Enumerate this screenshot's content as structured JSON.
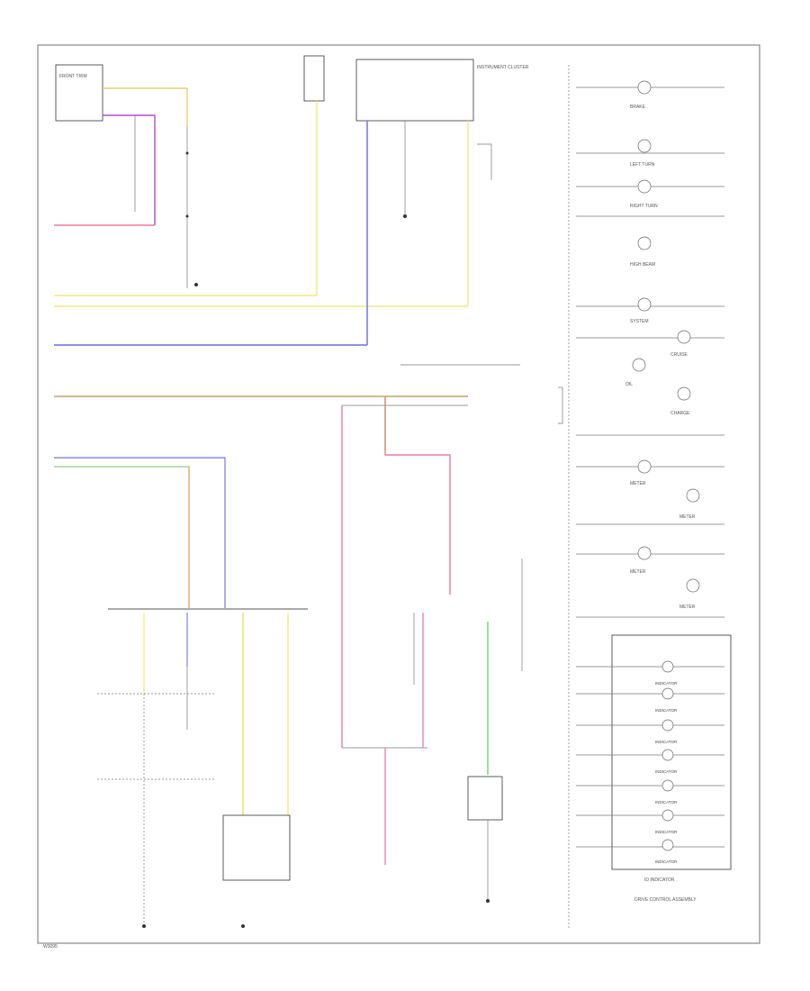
{
  "diagram": {
    "footer_code": "W3095",
    "blocks": {
      "top_left_box": "FRONT TRIM",
      "instrument_box": "INSTRUMENT CLUSTER",
      "indicator_box": "ID INDICATOR"
    },
    "lamps": [
      {
        "label": "BRAKE"
      },
      {
        "label": "LEFT TURN"
      },
      {
        "label": "RIGHT TURN"
      },
      {
        "label": "HIGH BEAM"
      },
      {
        "label": "SYSTEM"
      },
      {
        "label": "CRUISE"
      },
      {
        "label": "OIL"
      },
      {
        "label": "CHARGE"
      },
      {
        "label": "METER"
      },
      {
        "label": "METER"
      },
      {
        "label": "METER"
      },
      {
        "label": "METER"
      }
    ],
    "indicators": [
      {
        "label": "INDICATOR"
      },
      {
        "label": "INDICATOR"
      },
      {
        "label": "INDICATOR"
      },
      {
        "label": "INDICATOR"
      },
      {
        "label": "INDICATOR"
      },
      {
        "label": "INDICATOR"
      },
      {
        "label": "INDICATOR"
      }
    ],
    "bottom_caption": "DRIVE CONTROL ASSEMBLY"
  }
}
